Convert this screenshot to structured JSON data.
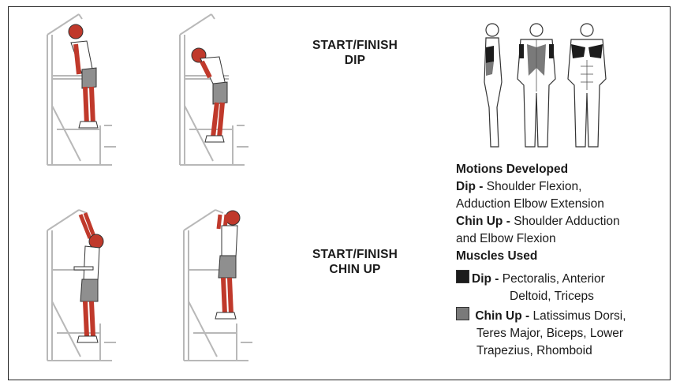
{
  "labels": {
    "dip": [
      "START/FINISH",
      "DIP"
    ],
    "chin": [
      "START/FINISH",
      "CHIN UP"
    ]
  },
  "motions": {
    "heading": "Motions Developed",
    "dip_name": "Dip -",
    "dip_text_1": "Shoulder Flexion,",
    "dip_text_2": "Adduction Elbow Extension",
    "chin_name": "Chin Up -",
    "chin_text_1": "Shoulder Adduction",
    "chin_text_2": "and Elbow Flexion"
  },
  "muscles": {
    "heading": "Muscles Used",
    "dip_name": "Dip -",
    "dip_text_1": "Pectoralis, Anterior",
    "dip_text_2": "Deltoid, Triceps",
    "chin_name": "Chin Up -",
    "chin_text_1": "Latissimus Dorsi,",
    "chin_text_2": "Teres Major, Biceps, Lower",
    "chin_text_3": "Trapezius, Rhomboid"
  },
  "colors": {
    "dip_swatch": "#1c1c1c",
    "chin_swatch": "#7a7a7a",
    "skin": "#d03a26",
    "shorts": "#8f8f8f"
  }
}
